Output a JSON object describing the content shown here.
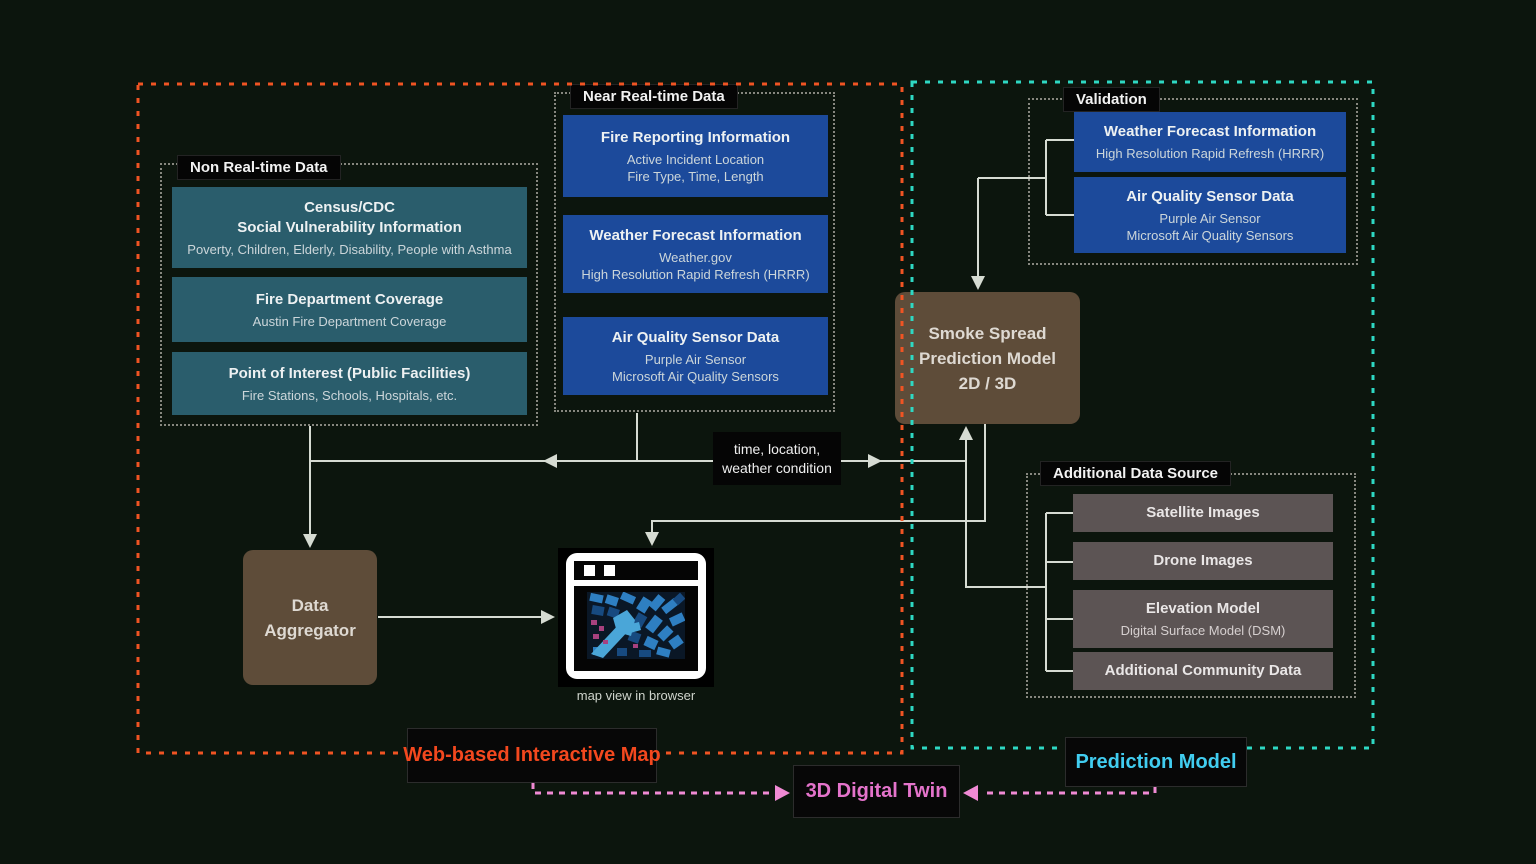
{
  "colors": {
    "background": "#0c150d",
    "web_map_region": "#f05423",
    "prediction_region": "#2ed8c3",
    "twin_link": "#f08ad4",
    "web_map_text": "#f3481e",
    "prediction_text": "#41cdf0",
    "twin_text": "#e473cb",
    "non_realtime_box": "#2a5d6c",
    "realtime_box": "#1c4a9b",
    "model_box": "#5e4c39",
    "additional_box": "#5c5454"
  },
  "sections": {
    "non_realtime": {
      "label": "Non Real-time Data",
      "boxes": [
        {
          "title": "Census/CDC\nSocial Vulnerability Information",
          "subtitle": "Poverty, Children, Elderly, Disability, People with Asthma"
        },
        {
          "title": "Fire Department Coverage",
          "subtitle": "Austin Fire Department Coverage"
        },
        {
          "title": "Point of Interest (Public Facilities)",
          "subtitle": "Fire Stations, Schools, Hospitals, etc."
        }
      ]
    },
    "near_realtime": {
      "label": "Near Real-time Data",
      "boxes": [
        {
          "title": "Fire Reporting Information",
          "subtitle": "Active Incident Location\nFire Type, Time, Length"
        },
        {
          "title": "Weather Forecast Information",
          "subtitle": "Weather.gov\nHigh Resolution Rapid Refresh (HRRR)"
        },
        {
          "title": "Air Quality Sensor Data",
          "subtitle": "Purple Air Sensor\nMicrosoft Air Quality Sensors"
        }
      ]
    },
    "validation": {
      "label": "Validation",
      "boxes": [
        {
          "title": "Weather Forecast Information",
          "subtitle": "High Resolution Rapid Refresh (HRRR)"
        },
        {
          "title": "Air Quality Sensor Data",
          "subtitle": "Purple Air Sensor\nMicrosoft Air Quality Sensors"
        }
      ]
    },
    "additional": {
      "label": "Additional Data Source",
      "boxes": [
        {
          "title": "Satellite Images"
        },
        {
          "title": "Drone Images"
        },
        {
          "title": "Elevation Model",
          "subtitle": "Digital Surface Model (DSM)"
        },
        {
          "title": "Additional Community Data"
        }
      ]
    }
  },
  "nodes": {
    "smoke_model": {
      "title": "Smoke Spread\nPrediction Model\n2D / 3D"
    },
    "data_aggregator": {
      "title": "Data\nAggregator"
    },
    "browser": {
      "caption": "map view in browser"
    }
  },
  "edge_label": {
    "text": "time, location,\nweather condition"
  },
  "footer": {
    "web_map": "Web-based Interactive Map",
    "prediction_model": "Prediction Model",
    "digital_twin": "3D Digital Twin"
  }
}
